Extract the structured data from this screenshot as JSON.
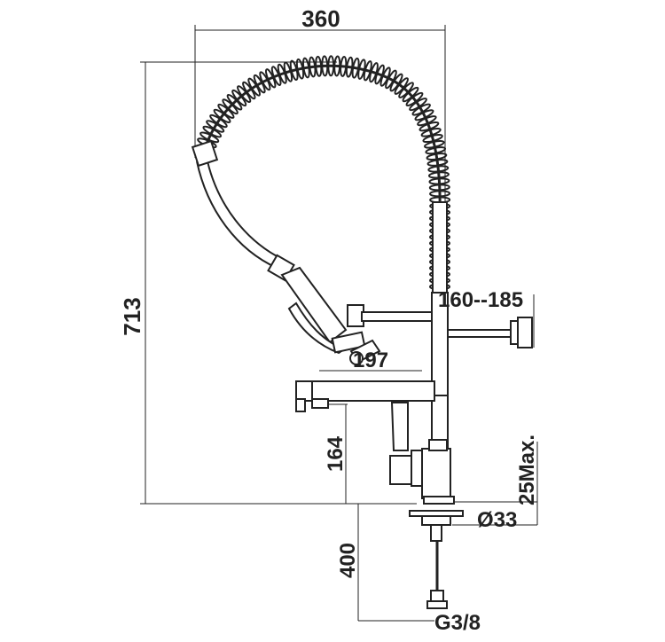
{
  "dimensions": {
    "overall_width": "360",
    "overall_height": "713",
    "hose_arm_reach": "160--185",
    "spout_reach": "197",
    "spout_height": "164",
    "max_counter": "25Max.",
    "base_diameter": "Ø33",
    "supply_length": "400",
    "thread_size": "G3/8"
  }
}
